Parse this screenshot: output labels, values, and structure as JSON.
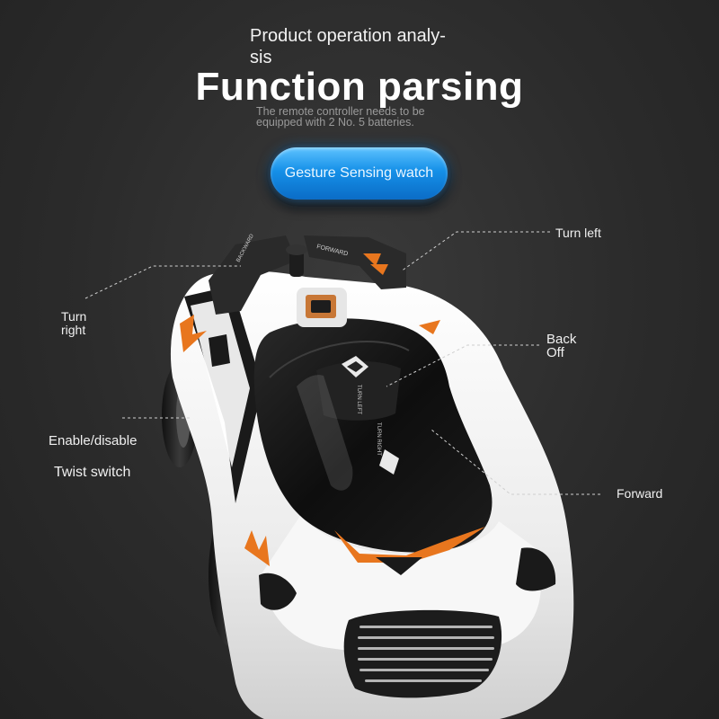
{
  "header": {
    "subtitle": "Product operation analy-\nsis",
    "title": "Function parsing",
    "note_line1": "The remote controller needs to be",
    "note_line2": "equipped with 2 No. 5 batteries."
  },
  "button": {
    "label": "Gesture Sensing watch"
  },
  "callouts": {
    "turn_left": "Turn left",
    "turn_right_line1": "Turn",
    "turn_right_line2": "right",
    "back_line1": "Back",
    "back_line2": "Off",
    "enable_disable": "Enable/disable",
    "twist_switch": "Twist switch",
    "forward": "Forward"
  },
  "car_markings": {
    "forward": "FORWARD",
    "backward": "BACKWARD",
    "turn_left": "TURN LEFT",
    "turn_right": "TURN RIGHT"
  },
  "colors": {
    "accent_orange": "#e8761e",
    "button_blue": "#1590e8",
    "car_white": "#f4f4f4",
    "car_black": "#151515"
  }
}
